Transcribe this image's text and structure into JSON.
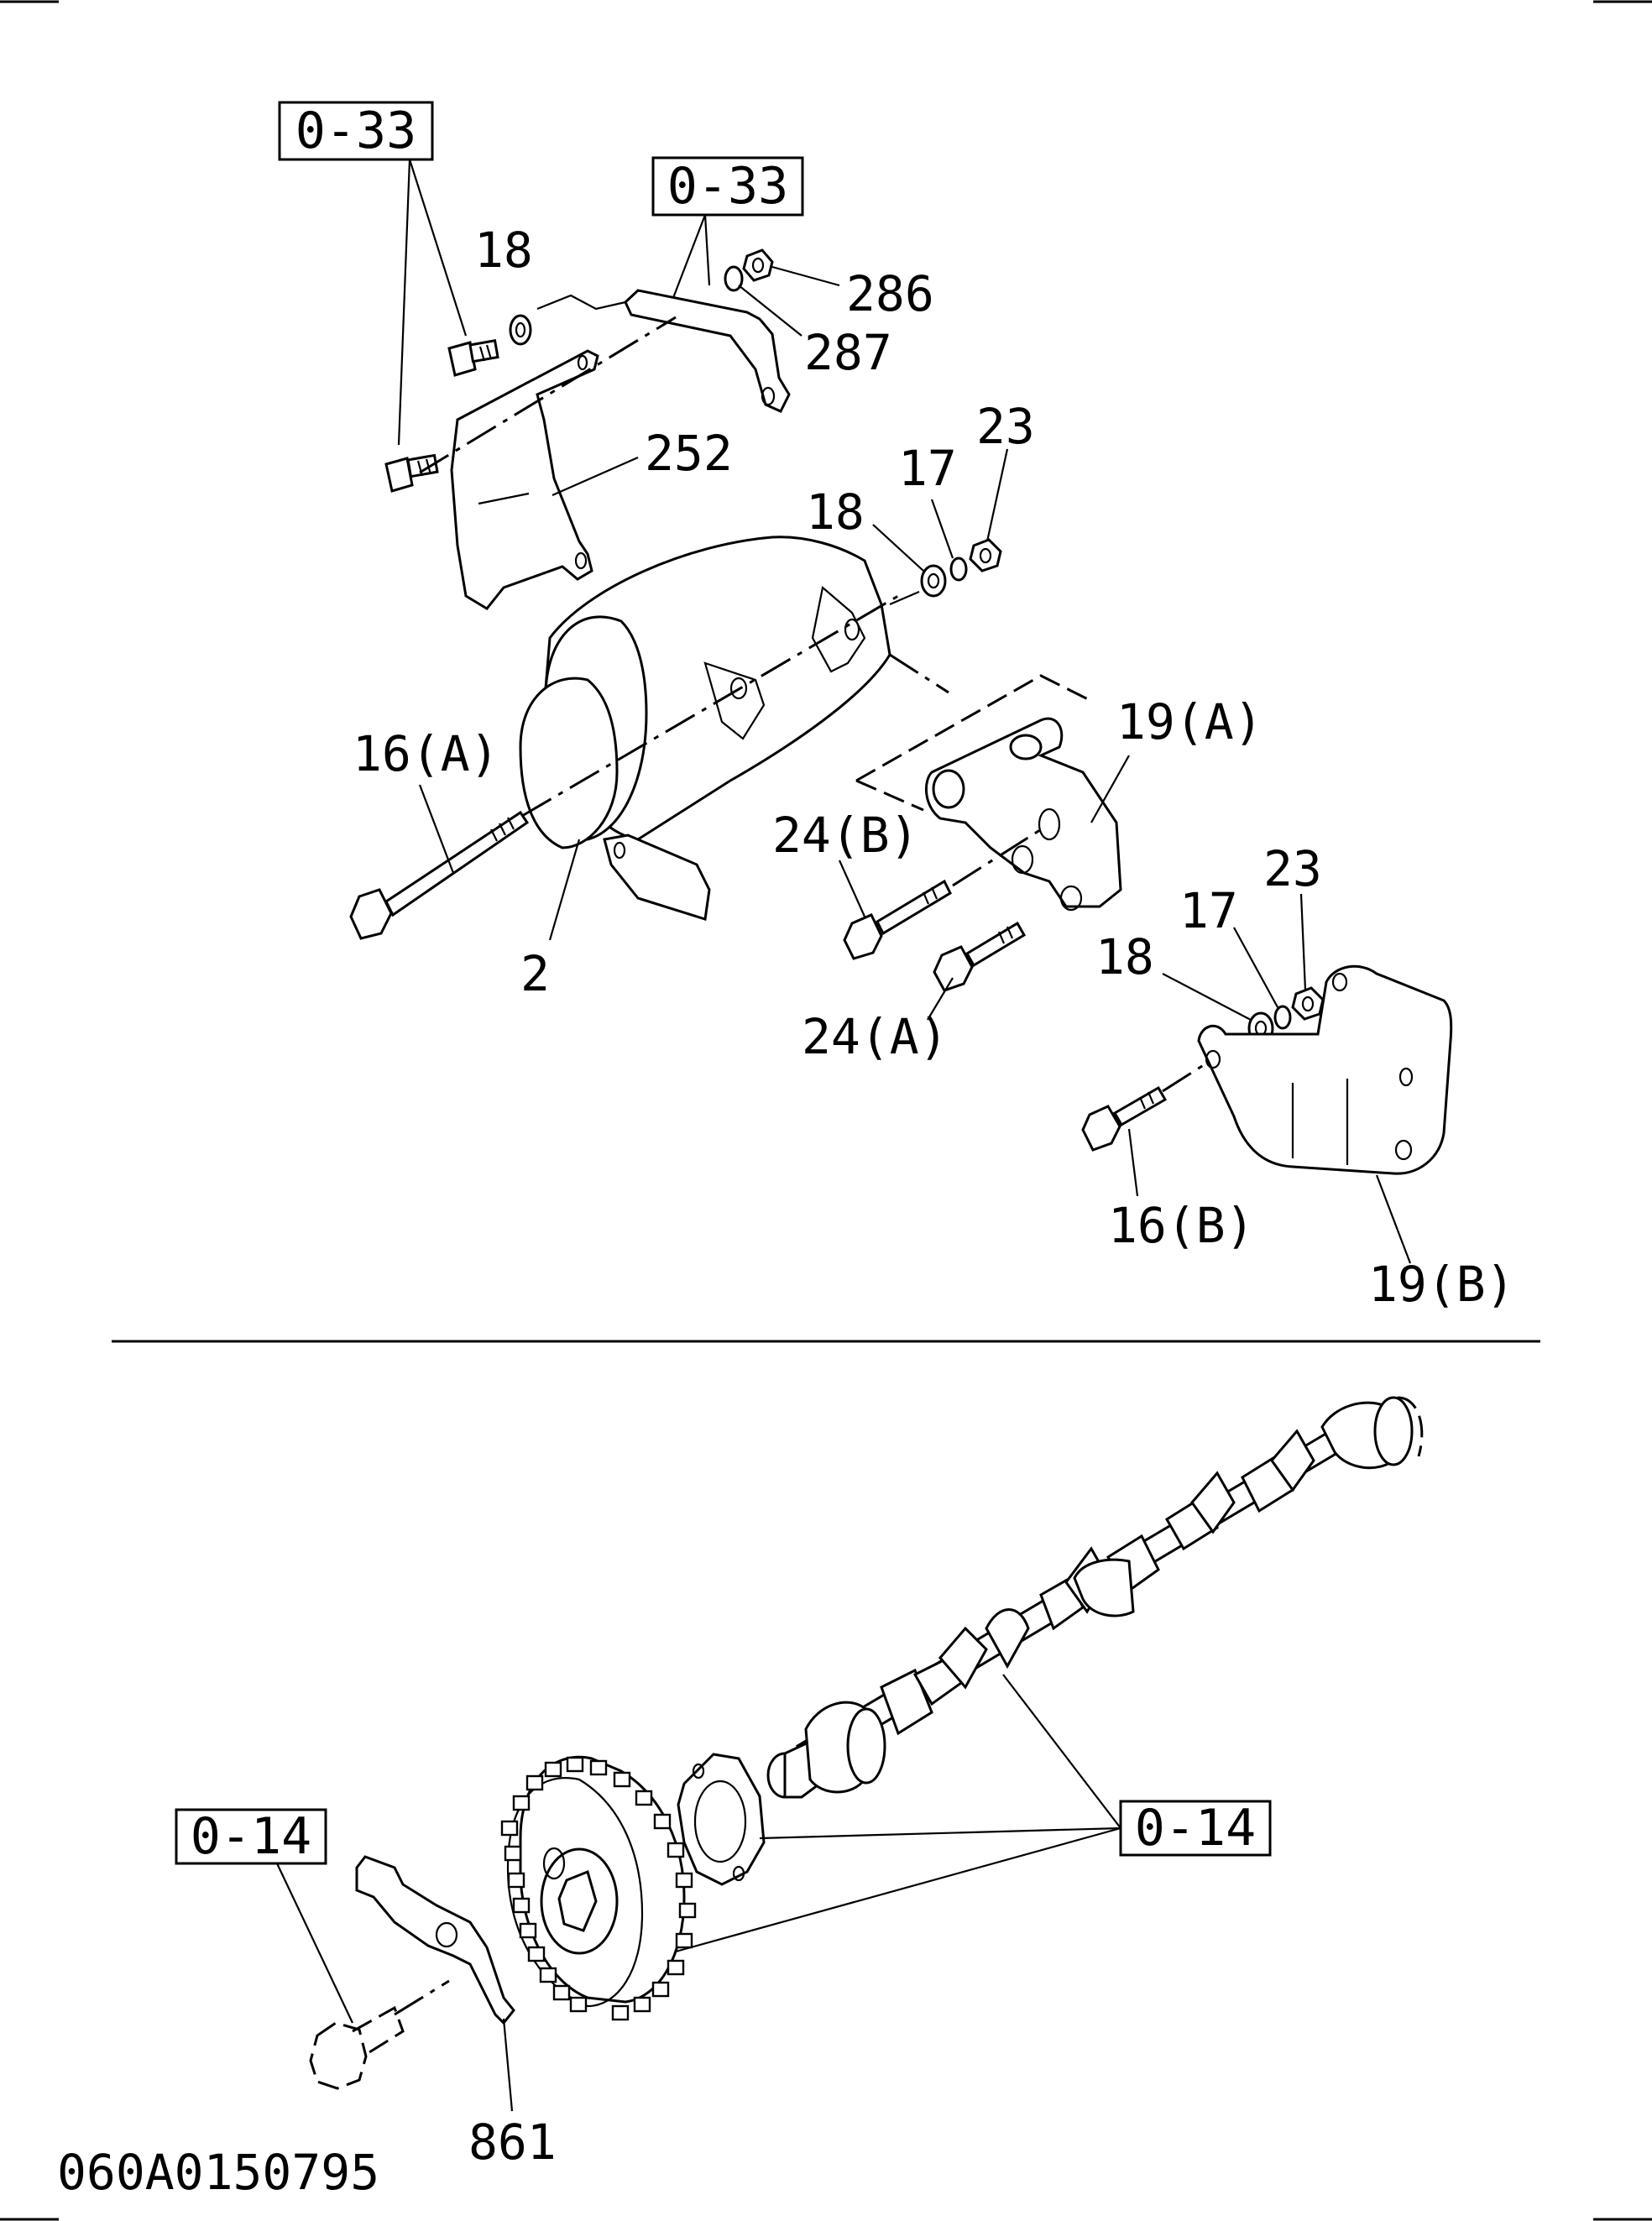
{
  "drawing_code": "060A0150795",
  "top_section": {
    "refs": [
      "0-33",
      "0-33"
    ],
    "labels": {
      "p18_top": "18",
      "p286": "286",
      "p287": "287",
      "p252": "252",
      "p23_mid": "23",
      "p17_mid": "17",
      "p18_mid": "18",
      "p19a": "19(A)",
      "p16a": "16(A)",
      "p24b": "24(B)",
      "p2": "2",
      "p24a": "24(A)",
      "p23_low": "23",
      "p17_low": "17",
      "p18_low": "18",
      "p16b": "16(B)",
      "p19b": "19(B)"
    }
  },
  "bottom_section": {
    "refs": [
      "0-14",
      "0-14"
    ],
    "labels": {
      "p861": "861"
    }
  }
}
